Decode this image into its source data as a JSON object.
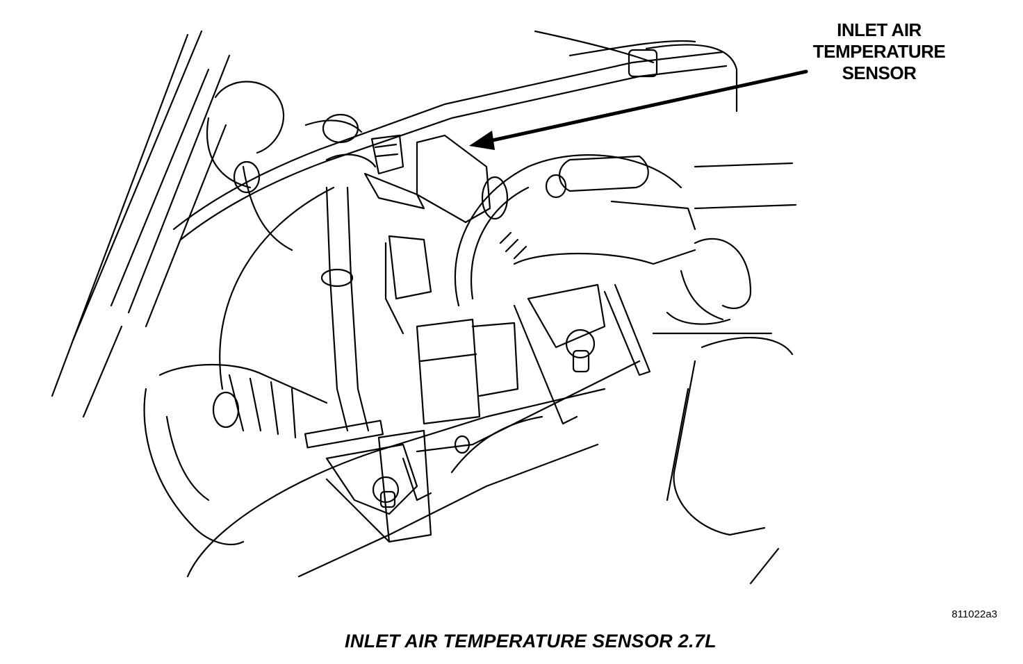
{
  "callout": {
    "lines": [
      "INLET AIR",
      "TEMPERATURE",
      "SENSOR"
    ]
  },
  "figure_id": "811022a3",
  "caption": "INLET AIR TEMPERATURE SENSOR 2.7L",
  "colors": {
    "ink": "#000000",
    "paper": "#ffffff"
  }
}
